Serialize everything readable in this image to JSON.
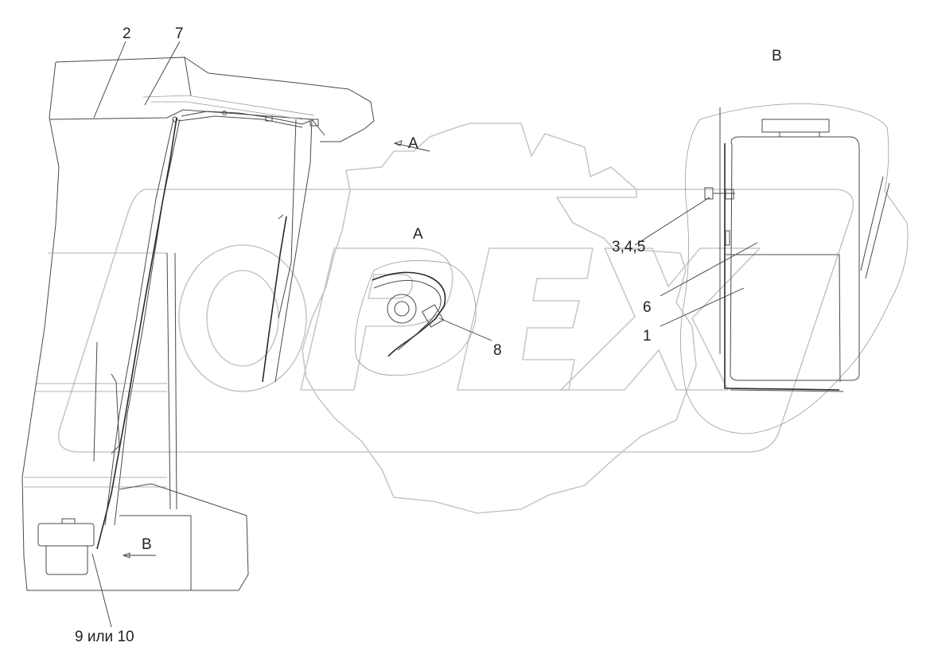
{
  "callouts": {
    "c2": "2",
    "c7": "7",
    "c345": "3,4,5",
    "c6": "6",
    "c1": "1",
    "c8": "8",
    "c9": "9 или 10"
  },
  "views": {
    "a_arrow": "A",
    "a_title": "A",
    "b_arrow": "B",
    "b_title": "B"
  },
  "watermark": {
    "text": "OPEX"
  }
}
